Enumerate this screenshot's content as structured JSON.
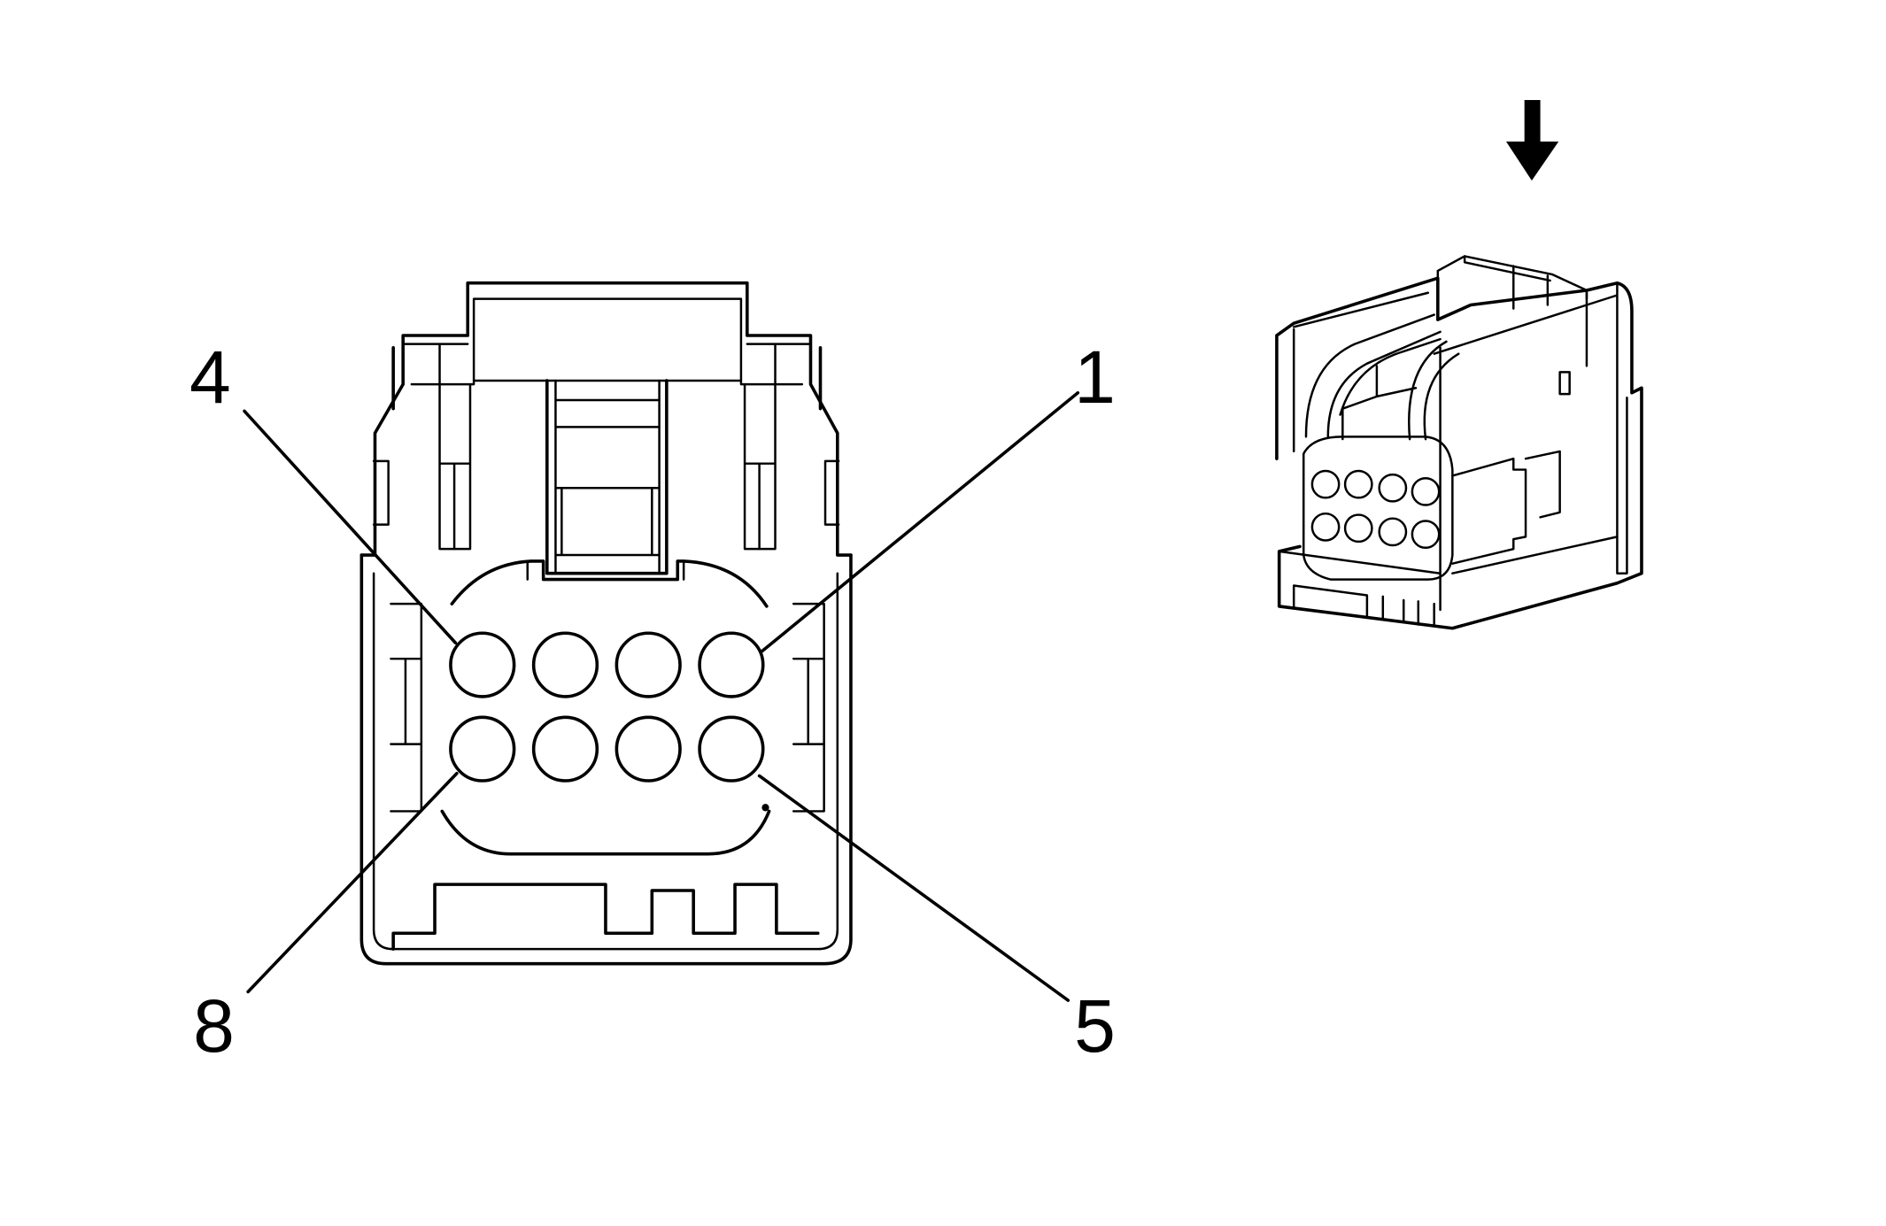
{
  "callouts": {
    "pin_1": "1",
    "pin_4": "4",
    "pin_5": "5",
    "pin_8": "8"
  },
  "colors": {
    "line": "#000000",
    "background": "#ffffff"
  },
  "icons": {
    "direction": "arrow-down-icon"
  }
}
